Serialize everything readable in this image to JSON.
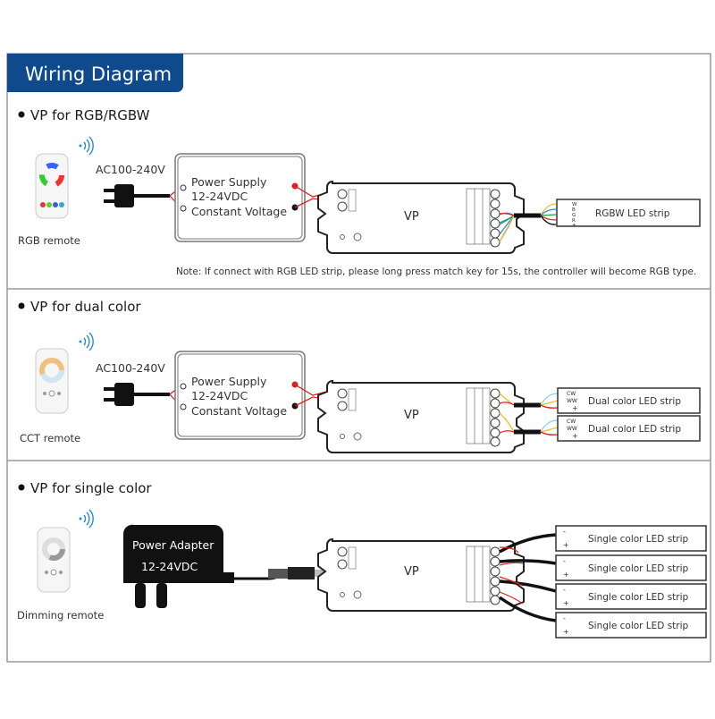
{
  "header": {
    "title": "Wiring Diagram",
    "color": "#0e4a8c"
  },
  "sections": [
    {
      "title": "VP for RGB/RGBW",
      "remote_label": "RGB remote",
      "input_voltage": "AC100-240V",
      "power_supply": [
        "Power Supply",
        "12-24VDC",
        "Constant Voltage"
      ],
      "controller": "VP",
      "strips": [
        {
          "label": "RGBW LED strip",
          "pins": [
            "W",
            "B",
            "G",
            "R",
            "+"
          ]
        }
      ],
      "note": "Note: If connect with RGB LED strip, please long press match key for 15s, the controller will become RGB type."
    },
    {
      "title": "VP for dual color",
      "remote_label": "CCT remote",
      "input_voltage": "AC100-240V",
      "power_supply": [
        "Power Supply",
        "12-24VDC",
        "Constant Voltage"
      ],
      "controller": "VP",
      "strips": [
        {
          "label": "Dual color LED strip",
          "pins": [
            "CW",
            "WW",
            "+"
          ]
        },
        {
          "label": "Dual color LED strip",
          "pins": [
            "CW",
            "WW",
            "+"
          ]
        }
      ]
    },
    {
      "title": "VP for single color",
      "remote_label": "Dimming remote",
      "power_adapter": [
        "Power Adapter",
        "12-24VDC"
      ],
      "controller": "VP",
      "strips": [
        {
          "label": "Single color LED strip",
          "pins": [
            "-",
            "+"
          ]
        },
        {
          "label": "Single color LED strip",
          "pins": [
            "-",
            "+"
          ]
        },
        {
          "label": "Single color LED strip",
          "pins": [
            "-",
            "+"
          ]
        },
        {
          "label": "Single color LED strip",
          "pins": [
            "-",
            "+"
          ]
        }
      ]
    }
  ],
  "wire_colors": {
    "red": "#e02020",
    "black": "#111111",
    "green": "#20a040",
    "blue": "#2a8ad8",
    "yellow": "#f0c020",
    "light_blue": "#8ccff0"
  }
}
